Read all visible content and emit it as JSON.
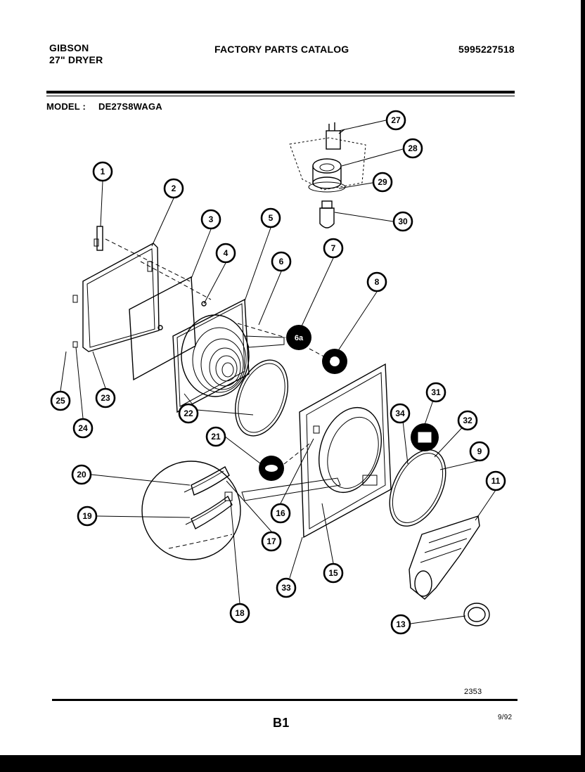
{
  "header": {
    "brand": "GIBSON",
    "product": "27\" DRYER",
    "title": "FACTORY PARTS CATALOG",
    "catalog_number": "5995227518"
  },
  "model": {
    "label": "MODEL :",
    "value": "DE27S8WAGA"
  },
  "callouts": [
    "1",
    "2",
    "3",
    "4",
    "5",
    "6",
    "7",
    "8",
    "9",
    "11",
    "13",
    "15",
    "16",
    "17",
    "18",
    "19",
    "20",
    "21",
    "22",
    "23",
    "24",
    "25",
    "27",
    "28",
    "29",
    "30",
    "31",
    "32",
    "33",
    "34"
  ],
  "footer": {
    "illustration_number": "2353",
    "page": "B1",
    "date": "9/92"
  }
}
